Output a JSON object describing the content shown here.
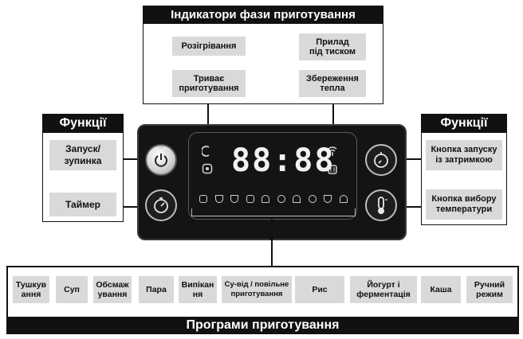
{
  "phase_indicators": {
    "title": "Індикатори фази приготування",
    "items": [
      "Розігрівання",
      "Прилад\nпід тиском",
      "Триває\nприготування",
      "Збереження\nтепла"
    ]
  },
  "left_functions": {
    "title": "Функції",
    "items": [
      "Запуск/\nзупинка",
      "Таймер"
    ]
  },
  "right_functions": {
    "title": "Функції",
    "items": [
      "Кнопка запуску\nіз затримкою",
      "Кнопка вибору\nтемператури"
    ]
  },
  "display": {
    "digits": "88:88"
  },
  "programs": {
    "title": "Програми приготування",
    "items": [
      "Тушкув\nання",
      "Суп",
      "Обсмаж\nування",
      "Пара",
      "Випікан\nня",
      "Су-від / повільне\nприготування",
      "Рис",
      "Йогурт і\nферментація",
      "Каша",
      "Ручний\nрежим"
    ]
  },
  "colors": {
    "panel": "#141414",
    "label_bg": "#d9d9d9",
    "title_bg": "#111111"
  }
}
